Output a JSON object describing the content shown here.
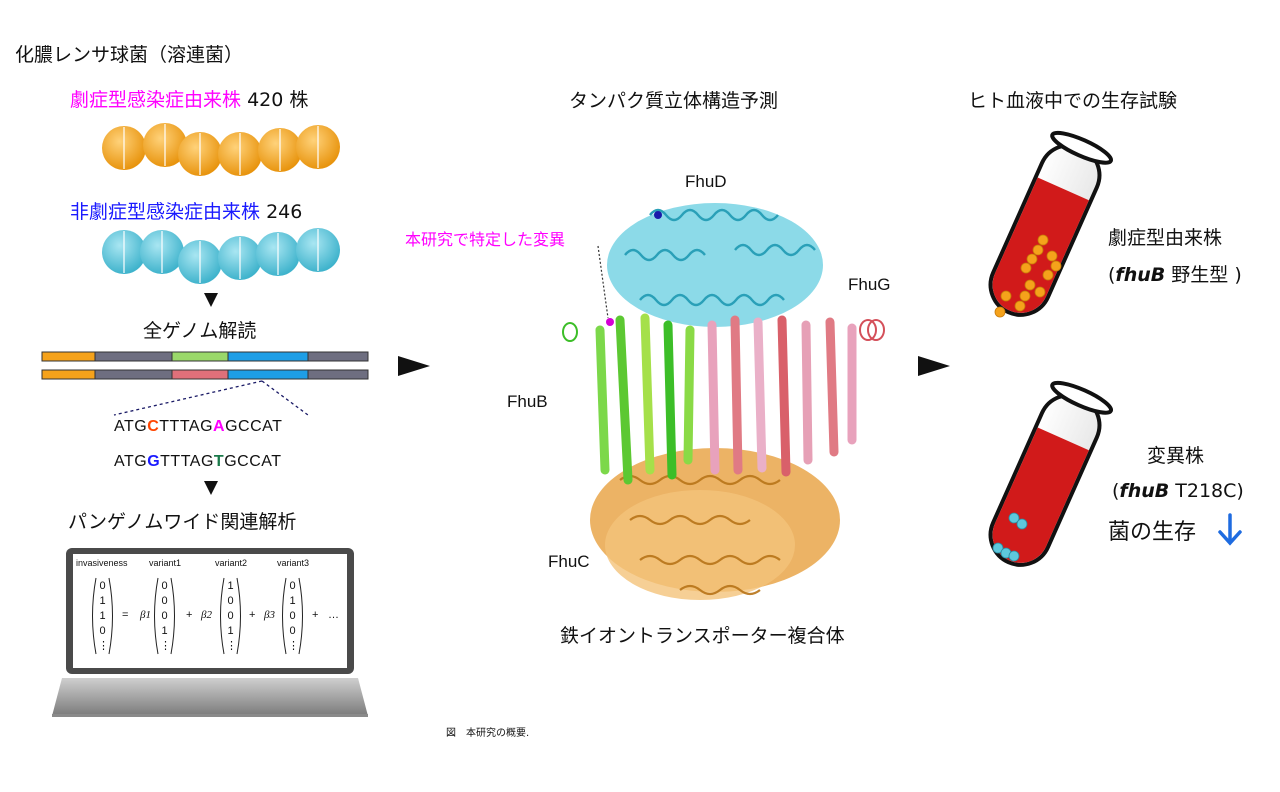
{
  "left": {
    "title": "化膿レンサ球菌（溶連菌）",
    "invasive": {
      "label": "劇症型感染症由来株",
      "count": "420 株"
    },
    "noninvasive": {
      "label": "非劇症型感染症由来株",
      "count": "246"
    },
    "wgs": "全ゲノム解読",
    "seq1": {
      "a": "ATG",
      "b": "C",
      "c": "TTTAG",
      "d": "A",
      "e": "GCCAT"
    },
    "seq2": {
      "a": "ATG",
      "b": "G",
      "c": "TTTAG",
      "d": "T",
      "e": "GCCAT"
    },
    "pgwas": "パンゲノムワイド関連解析",
    "equation": {
      "h1": "invasiveness",
      "h2": "variant1",
      "h3": "variant2",
      "h4": "variant3",
      "b1": "β1",
      "b2": "β2",
      "b3": "β3",
      "eq": "=",
      "plus": "+",
      "dots": "…",
      "v1": [
        "0",
        "1",
        "1",
        "0",
        "⋮"
      ],
      "v2": [
        "0",
        "0",
        "0",
        "1",
        "⋮"
      ],
      "v3": [
        "1",
        "0",
        "0",
        "1",
        "⋮"
      ],
      "v4": [
        "0",
        "1",
        "0",
        "0",
        "⋮"
      ]
    }
  },
  "middle": {
    "title": "タンパク質立体構造予測",
    "fhuD": "FhuD",
    "fhuG": "FhuG",
    "fhuB": "FhuB",
    "fhuC": "FhuC",
    "mutation": "本研究で特定した変異",
    "complex": "鉄イオントランスポーター複合体"
  },
  "right": {
    "title": "ヒト血液中での生存試験",
    "wild_label": "劇症型由来株",
    "wild_gene_open": "(",
    "wild_gene": "fhuB",
    "wild_gene_rest": " 野生型 )",
    "mut_label": "変異株",
    "mut_gene_open": "(",
    "mut_gene": "fhuB",
    "mut_gene_rest": " T218C)",
    "survival": "菌の生存"
  },
  "caption": "図　本研究の概要.",
  "colors": {
    "magenta": "#ff00ff",
    "blue": "#1a1aff",
    "orange": "#f5a21b",
    "cyan": "#5ec8dc",
    "blood": "#d11a1a",
    "arrow": "#1e6be0",
    "snp_c": "#ff4500",
    "snp_g": "#1a1aff",
    "snp_t": "#1a7a4a"
  }
}
